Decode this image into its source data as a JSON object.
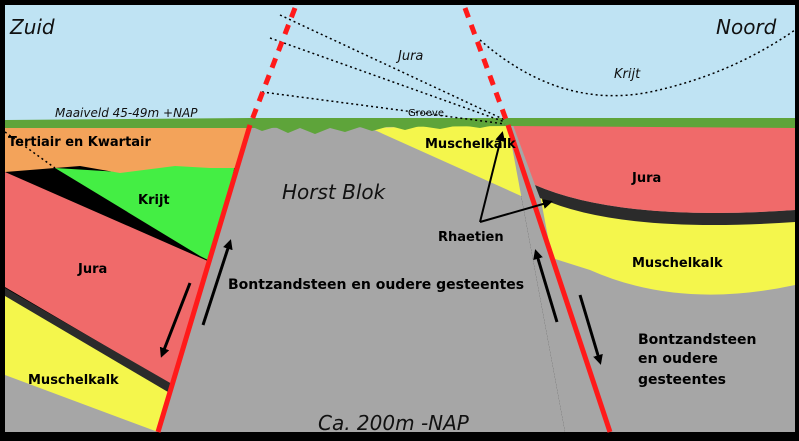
{
  "colors": {
    "sky": "#bfe3f3",
    "grass": "#5ea43a",
    "tertiary": "#f3a35a",
    "krijt": "#44ee44",
    "jura": "#f06a6a",
    "muschelkalk": "#f4f64c",
    "bunter": "#a6a6a6",
    "fault": "#ff1a1a",
    "clay": "#2b2b2b"
  },
  "labels": {
    "zuid": "Zuid",
    "noord": "Noord",
    "maaiveld": "Maaiveld 45-49m +NAP",
    "groeve": "Groeve",
    "jura_sky": "Jura",
    "krijt_sky": "Krijt",
    "tertiair": "Tertiair en Kwartair",
    "krijt_south": "Krijt",
    "jura_south": "Jura",
    "muschelkalk_south": "Muschelkalk",
    "horst": "Horst Blok",
    "muschelkalk_horst": "Muschelkalk",
    "rhaetien": "Rhaetien",
    "bunter_center": "Bontzandsteen en oudere gesteentes",
    "jura_north": "Jura",
    "muschelkalk_north": "Muschelkalk",
    "bunter_north_1": "Bontzandsteen",
    "bunter_north_2": "en oudere",
    "bunter_north_3": "gesteentes",
    "depth": "Ca. 200m -NAP"
  },
  "icons": {
    "movement_arrows": "arrow-icon",
    "pointer_arrows": "pointer-arrow-icon"
  }
}
